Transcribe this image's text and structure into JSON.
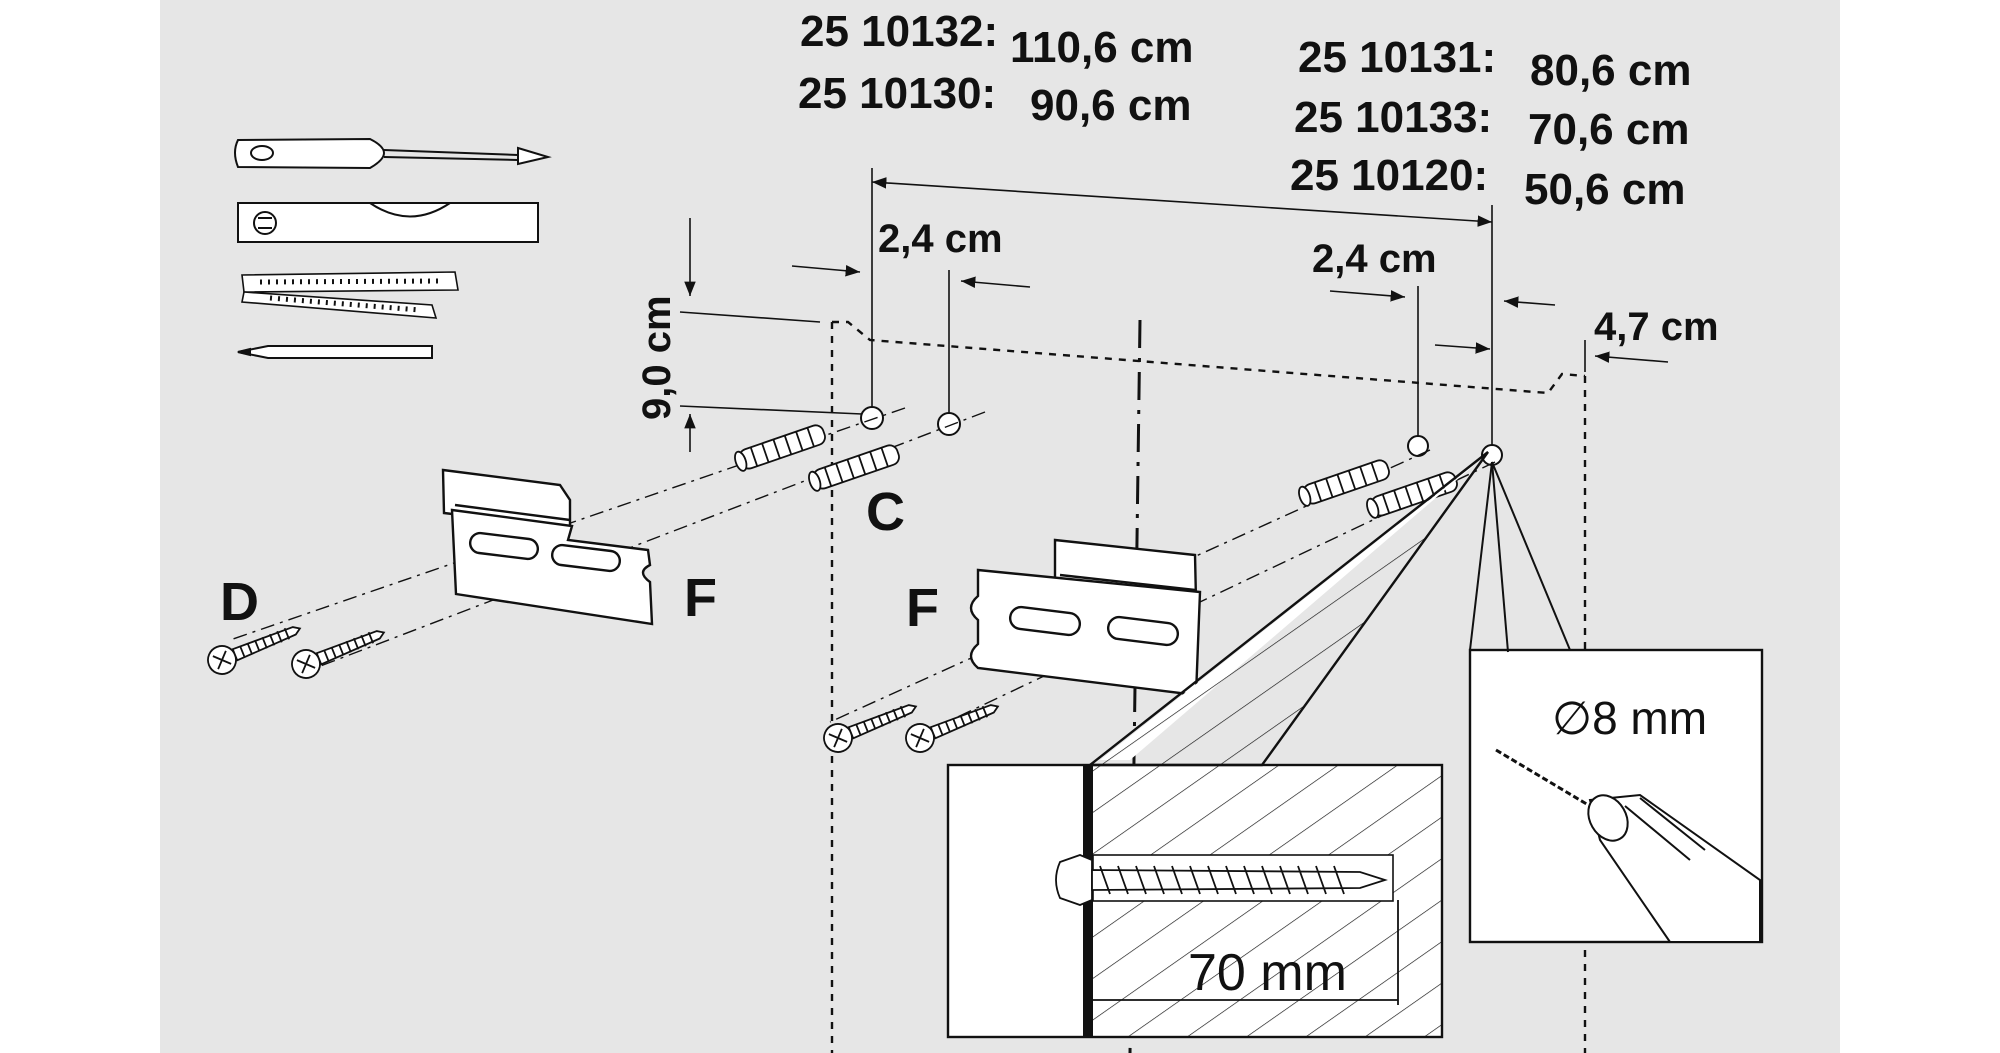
{
  "colors": {
    "background": "#e6e6e6",
    "side_band": "#ffffff",
    "ink": "#111111",
    "part_fill": "#ffffff"
  },
  "labels": {
    "model_a1": "25 10132:",
    "model_a1_len": "110,6 cm",
    "model_a2": "25 10130:",
    "model_a2_len": "90,6 cm",
    "model_b1": "25 10131:",
    "model_b1_len": "80,6 cm",
    "model_b2": "25 10133:",
    "model_b2_len": "70,6 cm",
    "model_b3": "25 10120:",
    "model_b3_len": "50,6 cm",
    "dim_left_spacing": "2,4 cm",
    "dim_right_spacing": "2,4 cm",
    "dim_height": "9,0 cm",
    "dim_offset": "4,7 cm",
    "drill_diameter": "∅8 mm",
    "screw_depth": "70 mm",
    "part_c": "C",
    "part_d": "D",
    "part_f_left": "F",
    "part_f_right": "F"
  },
  "icons": {
    "screwdriver": "screwdriver-icon",
    "spirit_level": "spirit-level-icon",
    "folding_rule": "folding-rule-icon",
    "pencil": "pencil-icon",
    "drill": "drill-icon"
  }
}
